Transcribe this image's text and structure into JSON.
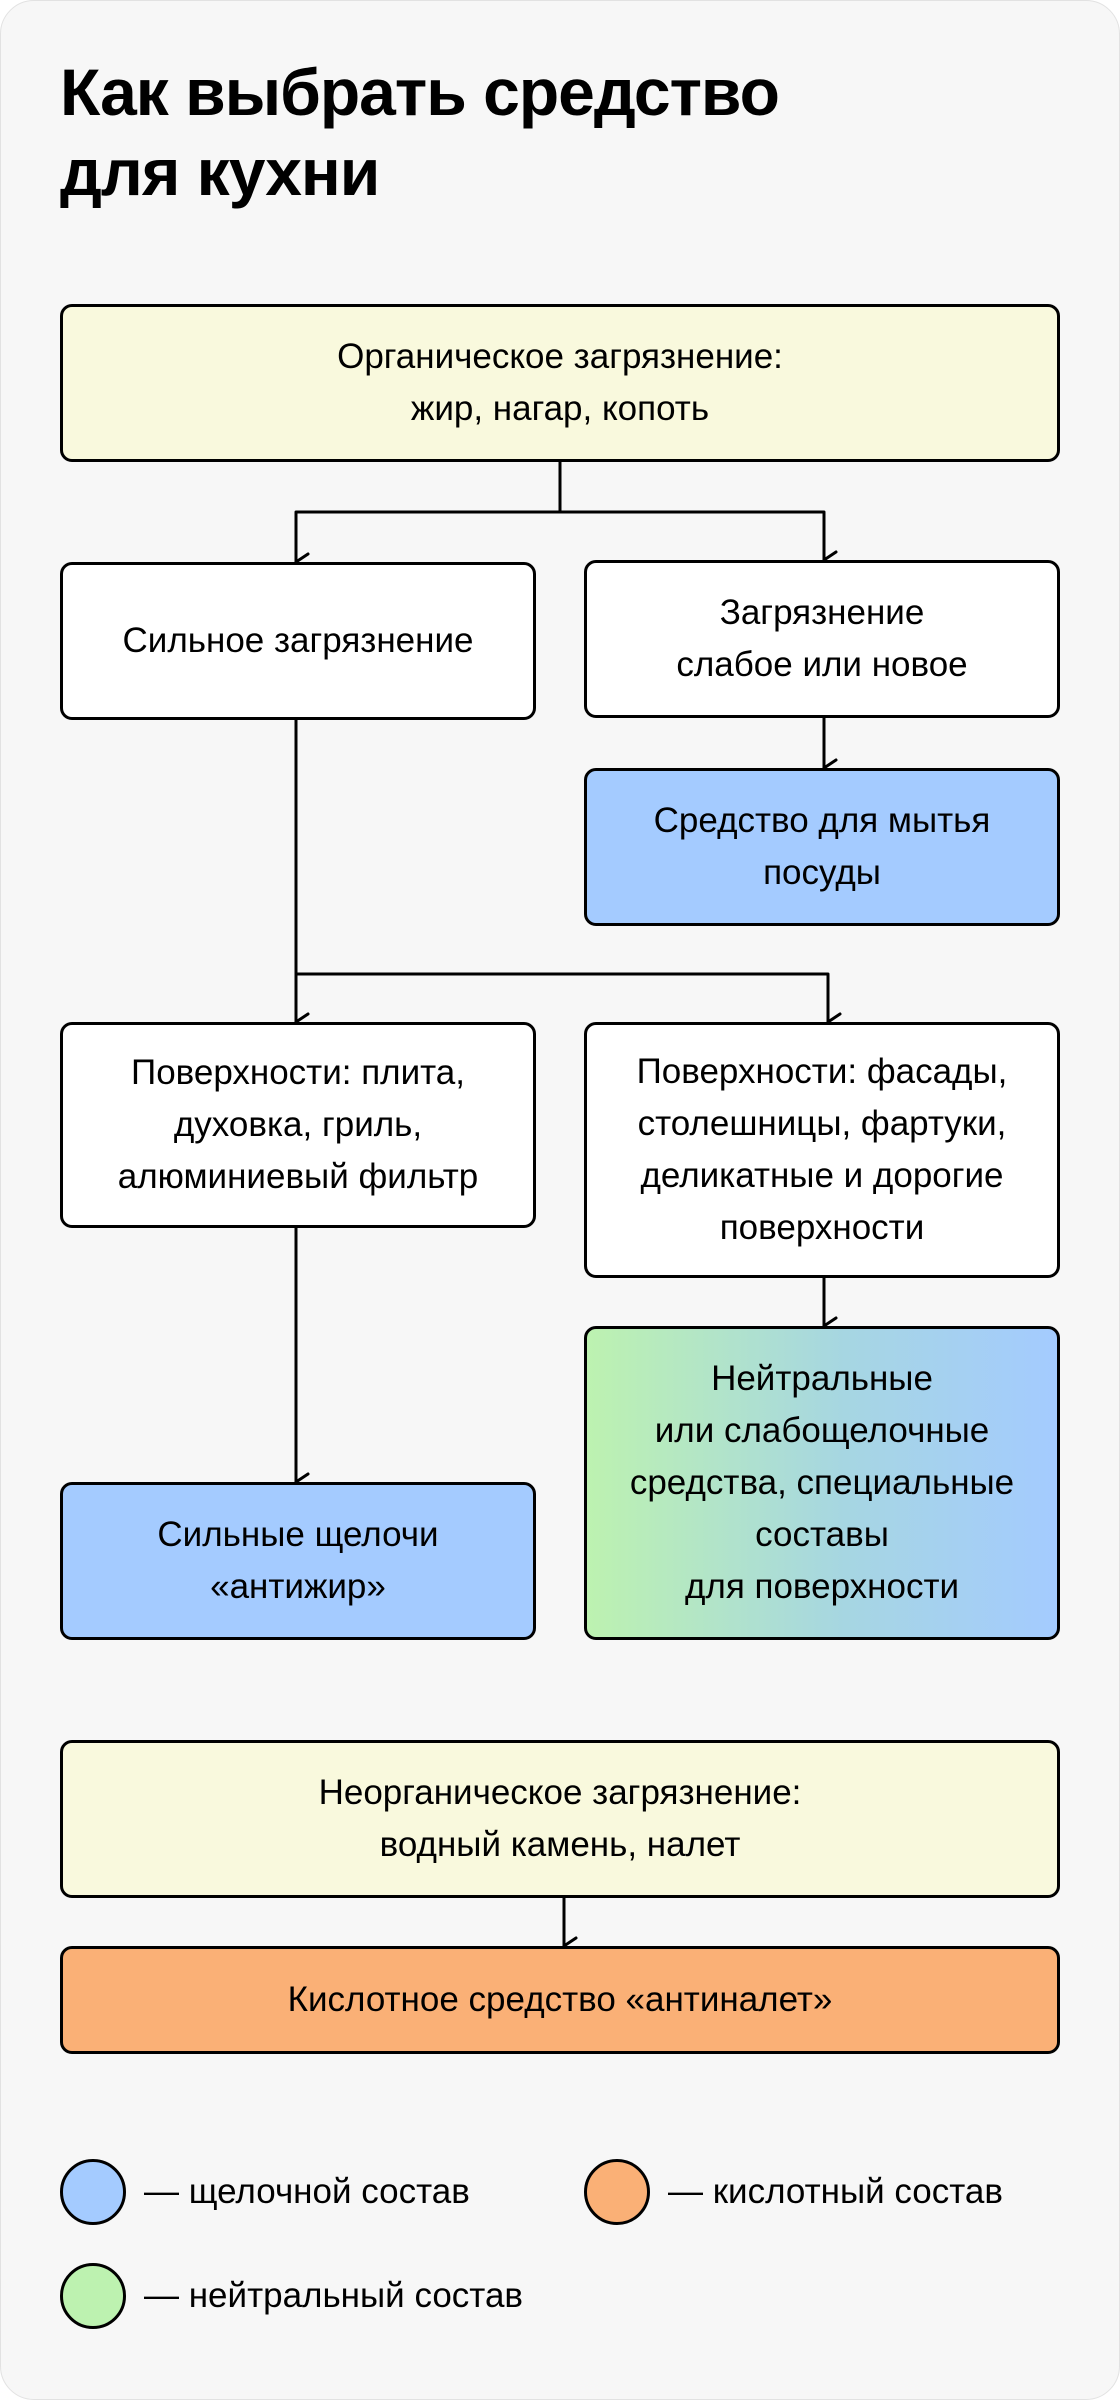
{
  "title": {
    "line1": "Как выбрать средство",
    "line2": "для кухни"
  },
  "nodes": {
    "organic": {
      "lines": [
        "Органическое загрязнение:",
        "жир, нагар, копоть"
      ]
    },
    "strong_dirt": {
      "lines": [
        "Сильное загрязнение"
      ]
    },
    "weak_dirt": {
      "lines": [
        "Загрязнение",
        "слабое или новое"
      ]
    },
    "dish_soap": {
      "lines": [
        "Средство для мытья",
        "посуды"
      ]
    },
    "surfaces_hot": {
      "lines": [
        "Поверхности: плита,",
        "духовка, гриль,",
        "алюминиевый фильтр"
      ]
    },
    "surfaces_delicate": {
      "lines": [
        "Поверхности: фасады,",
        "столешницы, фартуки,",
        "деликатные и дорогие",
        "поверхности"
      ]
    },
    "alkali": {
      "lines": [
        "Сильные щелочи",
        "«антижир»"
      ]
    },
    "neutral": {
      "lines": [
        "Нейтральные",
        "или слабощелочные",
        "средства, специальные",
        "составы",
        "для поверхности"
      ]
    },
    "inorganic": {
      "lines": [
        "Неорганическое загрязнение:",
        "водный камень, налет"
      ]
    },
    "acid": {
      "lines": [
        "Кислотное средство «антиналет»"
      ]
    }
  },
  "legend": {
    "alkaline": "— щелочной состав",
    "acidic": "— кислотный состав",
    "neutral": "— нейтральный состав"
  },
  "colors": {
    "background": "#f7f7f7",
    "yellow": "#f9f9dd",
    "blue_alkaline": "#a4cbff",
    "orange_acidic": "#fab076",
    "green_neutral": "#bdf2b0",
    "stroke": "#000000"
  }
}
